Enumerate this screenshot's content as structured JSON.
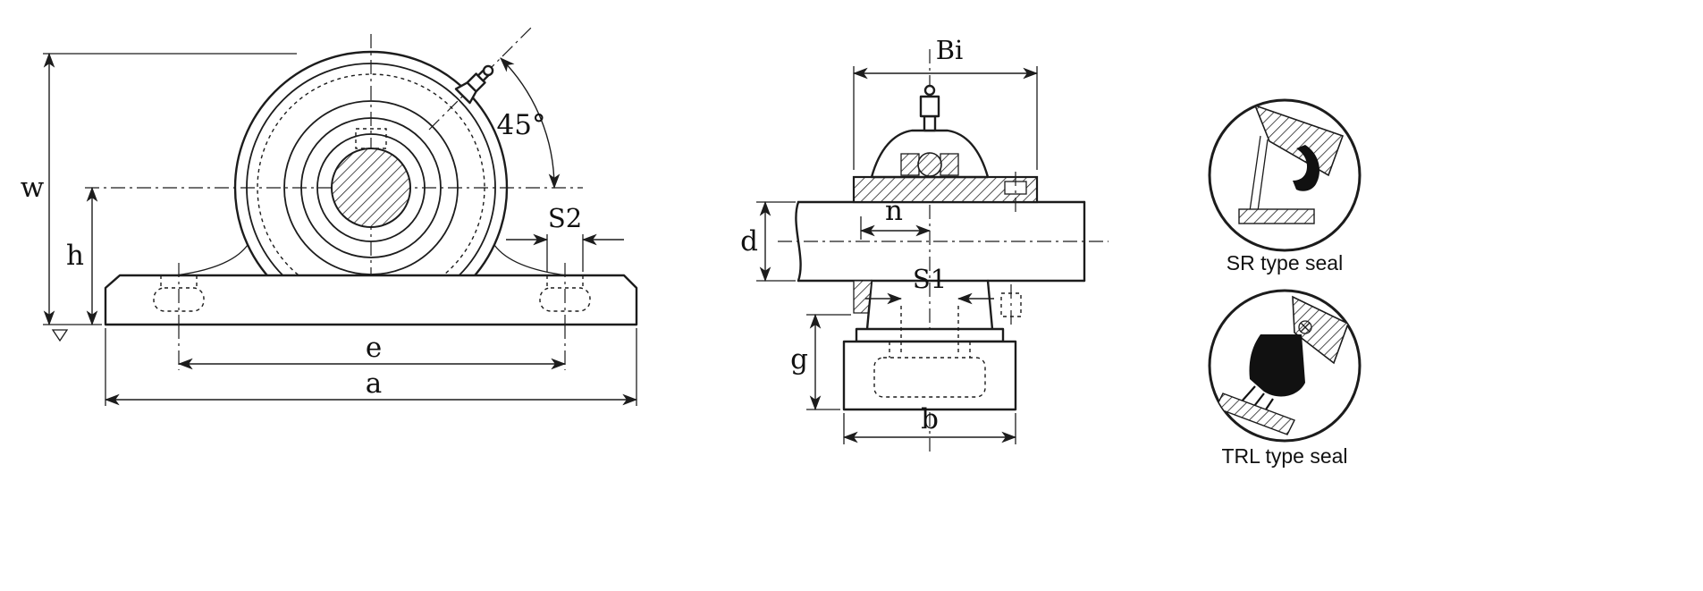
{
  "front_view": {
    "labels": {
      "w": "w",
      "h": "h",
      "e": "e",
      "a": "a",
      "s2": "S2",
      "angle_45": "45°"
    }
  },
  "side_view": {
    "labels": {
      "bi": "Bi",
      "n": "n",
      "d": "d",
      "s1": "S1",
      "g": "g",
      "b": "b"
    }
  },
  "seal_details": {
    "sr": {
      "caption": "SR type seal"
    },
    "trl": {
      "caption": "TRL type seal"
    }
  },
  "colors": {
    "line": "#1c1c1c",
    "background": "#ffffff"
  }
}
